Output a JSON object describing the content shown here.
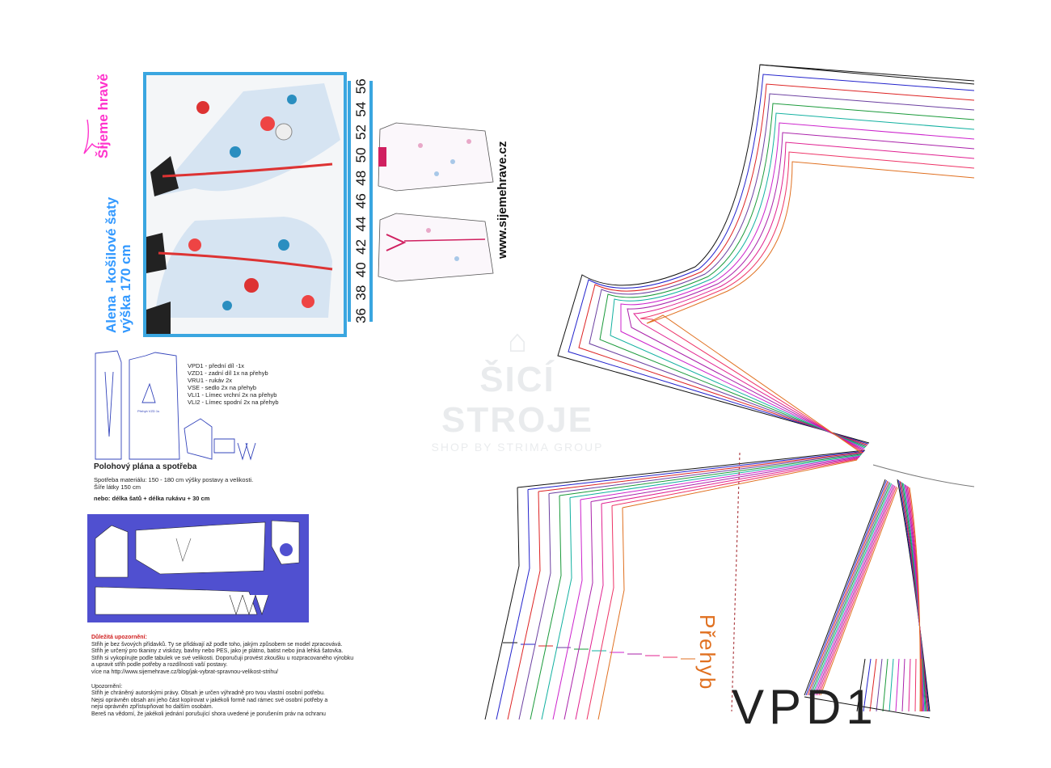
{
  "brand": "Šijeme hravě",
  "title": {
    "line1": "Alena - košilové šaty",
    "line2": "výška 170 cm"
  },
  "sizes": [
    "36",
    "38",
    "40",
    "42",
    "44",
    "46",
    "48",
    "50",
    "52",
    "54",
    "56"
  ],
  "website": "www.sijemehrave.cz",
  "legend": [
    "VPD1 - přední díl -1x",
    "VZD1 - zadní díl 1x na přehyb",
    "VRU1 - rukáv 2x",
    "VSE - sedlo 2x na přehyb",
    "VLI1 - Límec vrchní 2x na přehyb",
    "VLI2 - Límec spodní 2x na přehyb"
  ],
  "layout": {
    "title": "Polohový plána a spotřeba",
    "consumption": [
      "Spotřeba materiálu:  150 - 180 cm výšky postavy a  velikosti.",
      "Šíře látky 150 cm"
    ],
    "or_line": "nebo: délka šatů + délka rukávu + 30 cm"
  },
  "notes": {
    "heading": "Důležitá upozornění:",
    "lines": [
      "Střih je bez švových přídavků. Ty se přidávají až podle toho, jakým způsobem se model zpracovává.",
      "Střih je určený pro tkaniny z viskózy, bavlny nebo PES, jako je plátno, batist nebo jiná lehká šatovka.",
      "Střih si vykopírujte podle tabulek ve své velikosti. Doporučuji provést zkoušku u rozpracovaného výrobku",
      "a upravit střih podle potřeby a rozdílnosti vaší postavy.",
      "více na http://www.sijemehrave.cz/blog/jak-vybrat-spravnou-velikost-strihu/"
    ],
    "heading2": "Upozornění:",
    "lines2": [
      "Střih je chráněný autorskými právy.  Obsah je určen výhradně pro tvou vlastní osobní potřebu.",
      "Nejsi oprávněn  obsah ani jeho část kopírovat v jakékoli formě nad rámec své osobní potřeby a",
      "nejsi oprávněn zpřístupňovat ho dalším osobám.",
      "Bereš na vědomí, že jakékoli jednání porušující shora uvedené je porušením práv na ochranu"
    ]
  },
  "watermark": {
    "line1": "ŠICÍ STROJE",
    "line2": "SHOP BY STRIMA GROUP"
  },
  "pattern": {
    "fold_label": "Přehyb",
    "piece_label": "VPD1",
    "line_colors": [
      "#111111",
      "#2222cc",
      "#dd2222",
      "#6b3fa0",
      "#1a9a3a",
      "#11b0a0",
      "#cc22cc",
      "#aa22aa",
      "#e02090",
      "#ee3366",
      "#e07020"
    ]
  }
}
